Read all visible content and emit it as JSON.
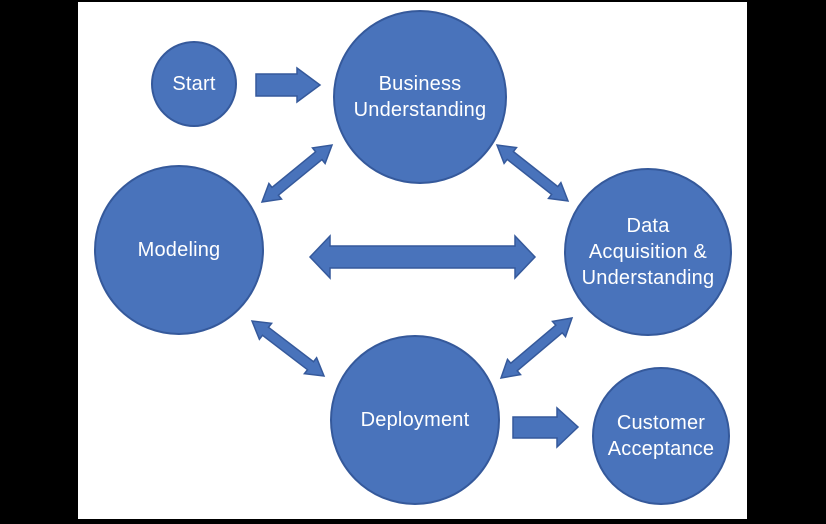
{
  "diagram": {
    "description": "Data science lifecycle flow diagram with blue circular stages connected by arrows on a white canvas inside a black frame",
    "colors": {
      "canvas_bg": "#000000",
      "stage_bg": "#ffffff",
      "node_fill": "#4973bb",
      "node_border": "#35599b",
      "label_color": "#ffffff"
    },
    "nodes": [
      {
        "id": "start",
        "label": "Start"
      },
      {
        "id": "business-understanding",
        "label": "Business\nUnderstanding"
      },
      {
        "id": "modeling",
        "label": "Modeling"
      },
      {
        "id": "data-acquisition-understanding",
        "label": "Data\nAcquisition &\nUnderstanding"
      },
      {
        "id": "deployment",
        "label": "Deployment"
      },
      {
        "id": "customer-acceptance",
        "label": "Customer\nAcceptance"
      }
    ],
    "edges": [
      {
        "from": "start",
        "to": "business-understanding",
        "direction": "single"
      },
      {
        "from": "modeling",
        "to": "business-understanding",
        "direction": "double"
      },
      {
        "from": "business-understanding",
        "to": "data-acquisition-understanding",
        "direction": "double"
      },
      {
        "from": "modeling",
        "to": "data-acquisition-understanding",
        "direction": "double"
      },
      {
        "from": "modeling",
        "to": "deployment",
        "direction": "double"
      },
      {
        "from": "deployment",
        "to": "data-acquisition-understanding",
        "direction": "double"
      },
      {
        "from": "deployment",
        "to": "customer-acceptance",
        "direction": "single"
      }
    ]
  }
}
